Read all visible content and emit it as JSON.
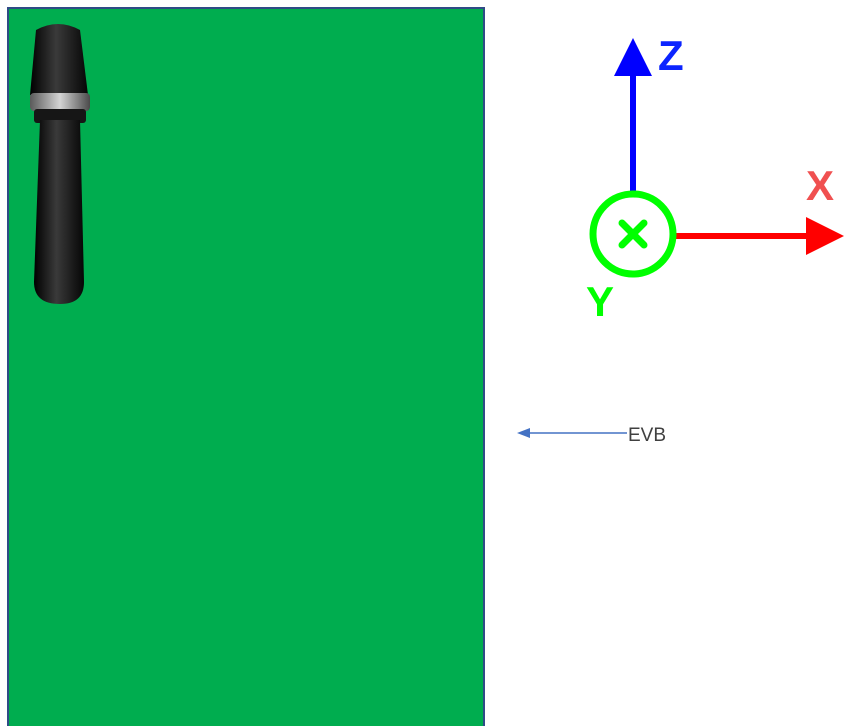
{
  "colors": {
    "board_fill": "#00ad4f",
    "board_border": "#2f4c86",
    "axis_x": "#ff0000",
    "axis_y": "#00ff00",
    "axis_z": "#0000ff",
    "label_x": "#f05050",
    "label_z": "#0b24ff",
    "label_y": "#00ff00",
    "callout_line": "#4472c4",
    "callout_text": "#404040",
    "antenna": "#111111",
    "antenna_band": "#8a8a8a"
  },
  "axes": {
    "x_label": "X",
    "y_label": "Y",
    "z_label": "Z",
    "y_direction": "into-page"
  },
  "callout": {
    "label": "EVB"
  }
}
